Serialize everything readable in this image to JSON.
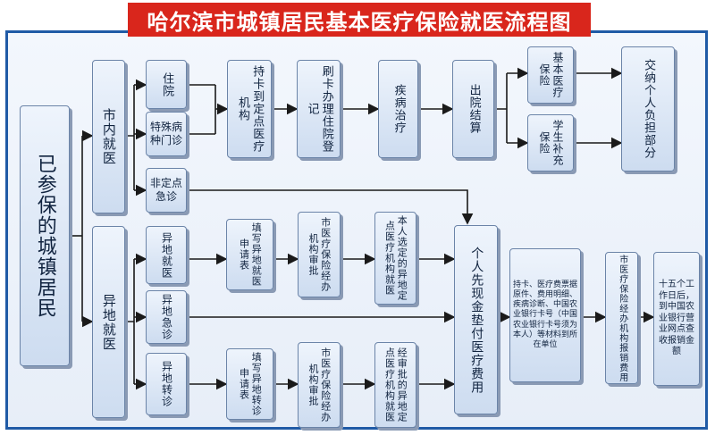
{
  "title": "哈尔滨市城镇居民基本医疗保险就医流程图",
  "colors": {
    "title_bg": "#d9261c",
    "border": "#1f5aa6",
    "box_fill": "#dbe6f5",
    "arrow": "#1a1a1a"
  },
  "nodes": {
    "insured": "已参保的城镇居民",
    "local": "市内就医",
    "hospital": "住院",
    "special": "特殊病种门诊",
    "nondesignated": "非定点急诊",
    "card_at": "持卡到定点医疗机构",
    "swipe_register": "刷卡办理住院登记",
    "treatment": "疾病治疗",
    "discharge": "出院结算",
    "basic_ins": "基本医疗保险",
    "student_ins": "学生补充保险",
    "self_pay": "交纳个人负担部分",
    "remote": "异地就医",
    "remote_medical": "异地就医",
    "remote_emergency": "异地急诊",
    "remote_transfer": "异地转诊",
    "fill_medical": "填写异地就医申请表",
    "fill_transfer": "填写异地转诊申请表",
    "approve_medical": "市医疗保险经办机构审批",
    "approve_transfer": "市医疗保险经办机构审批",
    "choose_medical": "本人选定的异地定点医疗机构就医",
    "choose_transfer": "经审批的异地定点医疗机构就医",
    "advance_pay": "个人先现金垫付医疗费用",
    "documents": "持卡、医疗费票据原件、费用明细、疾病诊断、中国农业银行卡号（中国农业银行卡号须为本人）等材料到所在单位",
    "reimburse": "市医疗保险经办机构报销费用",
    "fifteen_days": "十五个工作日后，到中国农业银行营业网点查收报销金额"
  }
}
